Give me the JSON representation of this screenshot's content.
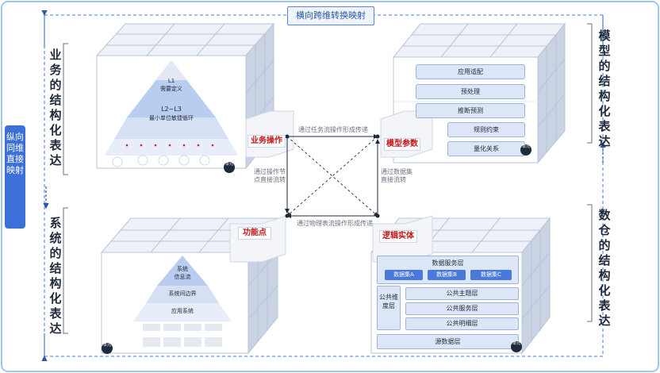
{
  "banner": {
    "top": "横向跨维转换映射"
  },
  "left_axis": {
    "label": "纵向同维直接映射"
  },
  "section_titles": {
    "business": "业务的结构化表达",
    "system": "系统的结构化表达",
    "model": "模型的结构化表达",
    "warehouse": "数仓的结构化表达"
  },
  "business_cube": {
    "l1_title": "L1",
    "l1_sub": "需要定义",
    "l23_title": "L2~L3",
    "l23_sub": "最小单位敏捷循环",
    "unit_badge": "单元"
  },
  "system_cube": {
    "top": "系统",
    "top2": "信息流",
    "mid": "系统间边界",
    "bottom": "应用系统",
    "unit_badge": "单元"
  },
  "model_cube": {
    "items": [
      "应用适配",
      "预处理",
      "推断预测",
      "规则约束",
      "量化关系"
    ],
    "unit_badge": "单元"
  },
  "warehouse_cube": {
    "service_layer": "数据服务层",
    "services": [
      "数据集A",
      "数据集B",
      "数据集C"
    ],
    "public_dim": "公共维度层",
    "layers": [
      "公共主题层",
      "公共服务层",
      "公共明细层"
    ],
    "source": "源数据层",
    "unit_badge": "单元"
  },
  "callouts": {
    "business_op": "业务操作",
    "model_param": "模型参数",
    "function_point": "功能点",
    "logic_entity": "逻辑实体"
  },
  "connectors": {
    "top_arrow": "通过任务流操作形成传递",
    "bottom_arrow": "通过物理表流操作形成传递",
    "left_vertical": "通过操作节点直接流转",
    "right_vertical": "通过数据集直接流转"
  }
}
